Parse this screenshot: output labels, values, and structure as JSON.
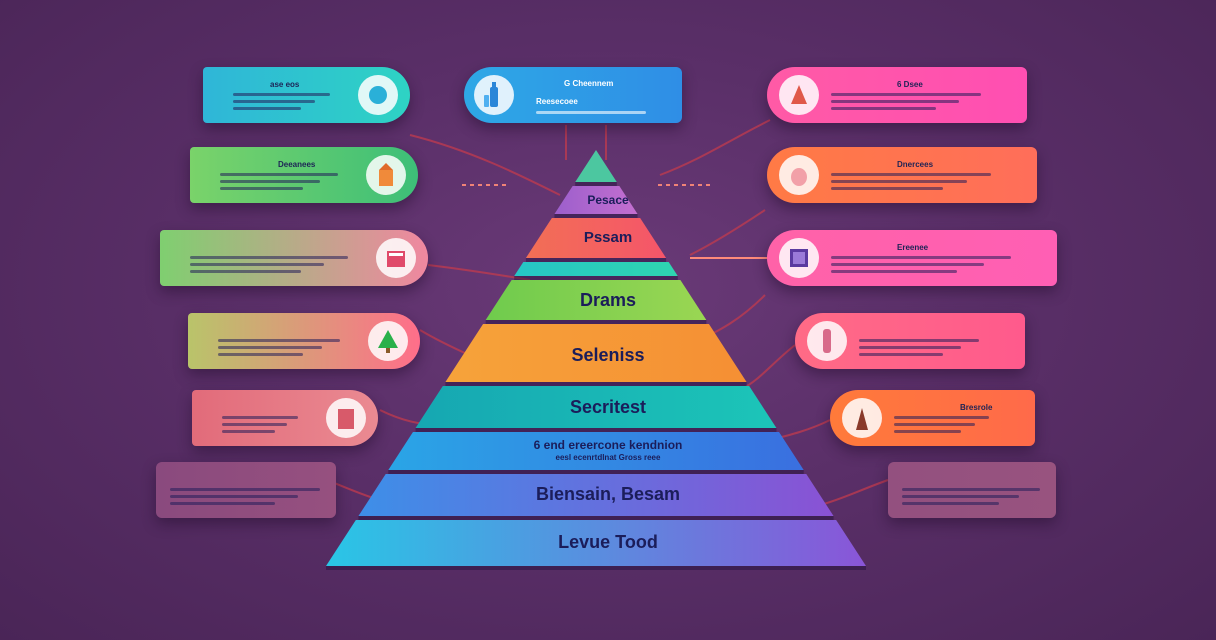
{
  "pyramid": {
    "levels": [
      {
        "label": "",
        "color": "#4cc7a0"
      },
      {
        "label": "Pesace",
        "color": "#b063c9"
      },
      {
        "label": "Pssam",
        "color": "#f46a5c"
      },
      {
        "label": "",
        "color": "#2ec7c0"
      },
      {
        "label": "Drams",
        "color": "#8fd14f"
      },
      {
        "label": "Seleniss",
        "color": "#f59a3a"
      },
      {
        "label": "Secritest",
        "color": "#19b5b0"
      },
      {
        "label": "6 end ereercone kendnion",
        "sub": "eesl ecenrtdlnat Gross reee",
        "color": "#2d8fe0"
      },
      {
        "label": "Biensain, Besam",
        "color": "#6a55d8"
      },
      {
        "label": "Levue Tood",
        "color": "#3fb8e8"
      }
    ]
  },
  "cards_left": [
    {
      "title": "ase eos",
      "color_a": "#2fb6d8",
      "color_b": "#2ed3c4",
      "icon": "circle-icon"
    },
    {
      "title": "Deeanees",
      "color_a": "#7ad36a",
      "color_b": "#3dbf78",
      "icon": "tower-icon"
    },
    {
      "title": "",
      "color_a": "#7fcf70",
      "color_b": "#f087a0",
      "icon": "book-icon"
    },
    {
      "title": "",
      "color_a": "#b9c46a",
      "color_b": "#ff6e8a",
      "icon": "tree-icon"
    },
    {
      "title": "",
      "color_a": "#e26b7a",
      "color_b": "#ea8a92",
      "icon": "building-icon"
    },
    {
      "title": "",
      "color_a": "#8a4a7e",
      "color_b": "#96507f",
      "icon": ""
    }
  ],
  "cards_right": [
    {
      "title": "6 Dsee",
      "color_a": "#ff5aa6",
      "color_b": "#ff4fb2",
      "icon": "bell-icon"
    },
    {
      "title": "Dnercees",
      "color_a": "#ff7a45",
      "color_b": "#ff6e5a",
      "icon": "vase-icon"
    },
    {
      "title": "Ereenee",
      "color_a": "#ff62a8",
      "color_b": "#ff5fb4",
      "icon": "frame-icon"
    },
    {
      "title": "",
      "color_a": "#ff6b86",
      "color_b": "#ff5a8c",
      "icon": "tube-icon"
    },
    {
      "title": "Bresrole",
      "color_a": "#ff7a3a",
      "color_b": "#ff6a4a",
      "icon": "figure-icon"
    },
    {
      "title": "",
      "color_a": "#93507f",
      "color_b": "#98537f",
      "icon": ""
    }
  ],
  "card_top": {
    "title": "G Cheennem",
    "subtitle": "Reesecoee",
    "color_a": "#2ea8e6",
    "color_b": "#2f8ee6",
    "icon": "bottle-icon"
  }
}
